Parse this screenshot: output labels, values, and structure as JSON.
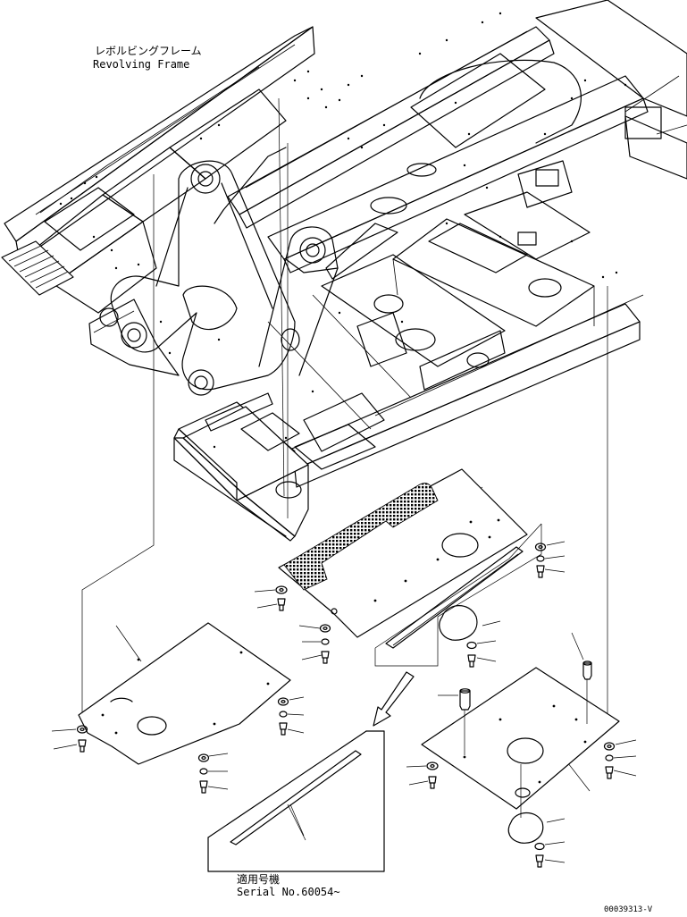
{
  "labels": {
    "frame_jp": "レボルビングフレーム",
    "frame_en": "Revolving Frame",
    "serial_jp": "適用号機",
    "serial_en": "Serial No.60054~",
    "drawing_id": "00039313-V"
  }
}
